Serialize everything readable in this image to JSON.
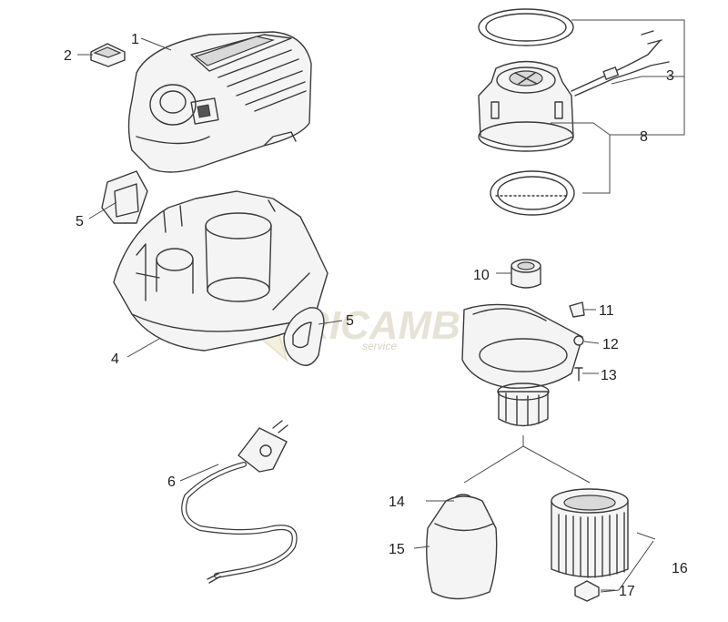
{
  "watermark": {
    "text": "RICAMBI",
    "subtext": "service"
  },
  "callouts": [
    {
      "id": "1",
      "label": "1"
    },
    {
      "id": "2",
      "label": "2"
    },
    {
      "id": "3",
      "label": "3"
    },
    {
      "id": "4",
      "label": "4"
    },
    {
      "id": "5a",
      "label": "5"
    },
    {
      "id": "5b",
      "label": "5"
    },
    {
      "id": "6",
      "label": "6"
    },
    {
      "id": "8",
      "label": "8"
    },
    {
      "id": "10",
      "label": "10"
    },
    {
      "id": "11",
      "label": "11"
    },
    {
      "id": "12",
      "label": "12"
    },
    {
      "id": "13",
      "label": "13"
    },
    {
      "id": "14",
      "label": "14"
    },
    {
      "id": "15",
      "label": "15"
    },
    {
      "id": "16",
      "label": "16"
    },
    {
      "id": "17",
      "label": "17"
    }
  ]
}
